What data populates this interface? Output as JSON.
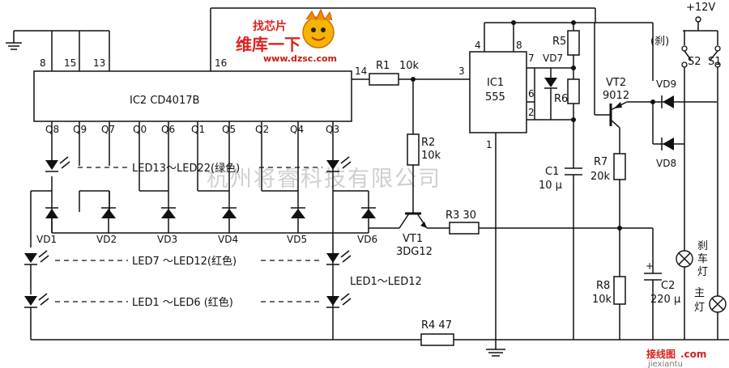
{
  "watermark": {
    "logo_top": "找芯片",
    "logo_main": "维库一下",
    "url": "www.dzsc.com",
    "company": "杭州将睿科技有限公司"
  },
  "footer": {
    "brand": "接线图",
    "brand_suffix": ".com",
    "url": "jiexiantu"
  },
  "supply": {
    "vcc": "+12V"
  },
  "ic2": {
    "name": "IC2  CD4017B",
    "pins_top": [
      "8",
      "15",
      "13",
      "16"
    ],
    "pin_14": "14",
    "outputs": [
      "Q8",
      "Q9",
      "Q7",
      "Q0",
      "Q6",
      "Q1",
      "Q5",
      "Q2",
      "Q4",
      "Q3"
    ]
  },
  "ic1": {
    "name": "IC1",
    "part": "555",
    "pins": [
      "4",
      "8",
      "3",
      "7",
      "6",
      "2",
      "1"
    ]
  },
  "resistors": {
    "r1": "R1",
    "r1_val": "10k",
    "r2": "R2",
    "r2_val": "10k",
    "r3": "R3 30",
    "r4": "R4 47",
    "r5": "R5",
    "r6": "R6",
    "r7": "R7",
    "r7_val": "20k",
    "r8": "R8",
    "r8_val": "10k"
  },
  "capacitors": {
    "c1": "C1",
    "c1_val": "10 μ",
    "c2": "C2",
    "c2_val": "220 μ"
  },
  "transistors": {
    "vt1": "VT1",
    "vt1_part": "3DG12",
    "vt2": "VT2",
    "vt2_part": "9012"
  },
  "diodes": {
    "vd": [
      "VD1",
      "VD2",
      "VD3",
      "VD4",
      "VD5",
      "VD6"
    ],
    "vd7": "VD7",
    "vd8": "VD8",
    "vd9": "VD9"
  },
  "led_groups": {
    "green": "LED13～LED22(绿色)",
    "red_mid": "LED7 ～LED12(红色)",
    "red_low": "LED1 ～LED6 (红色)",
    "all": "LED1～LED12"
  },
  "switches": {
    "s1": "S1",
    "s2": "S2",
    "brake_tag": "(刹)"
  },
  "lamps": {
    "brake": [
      "刹",
      "车",
      "灯"
    ],
    "main": [
      "主",
      "灯"
    ]
  }
}
